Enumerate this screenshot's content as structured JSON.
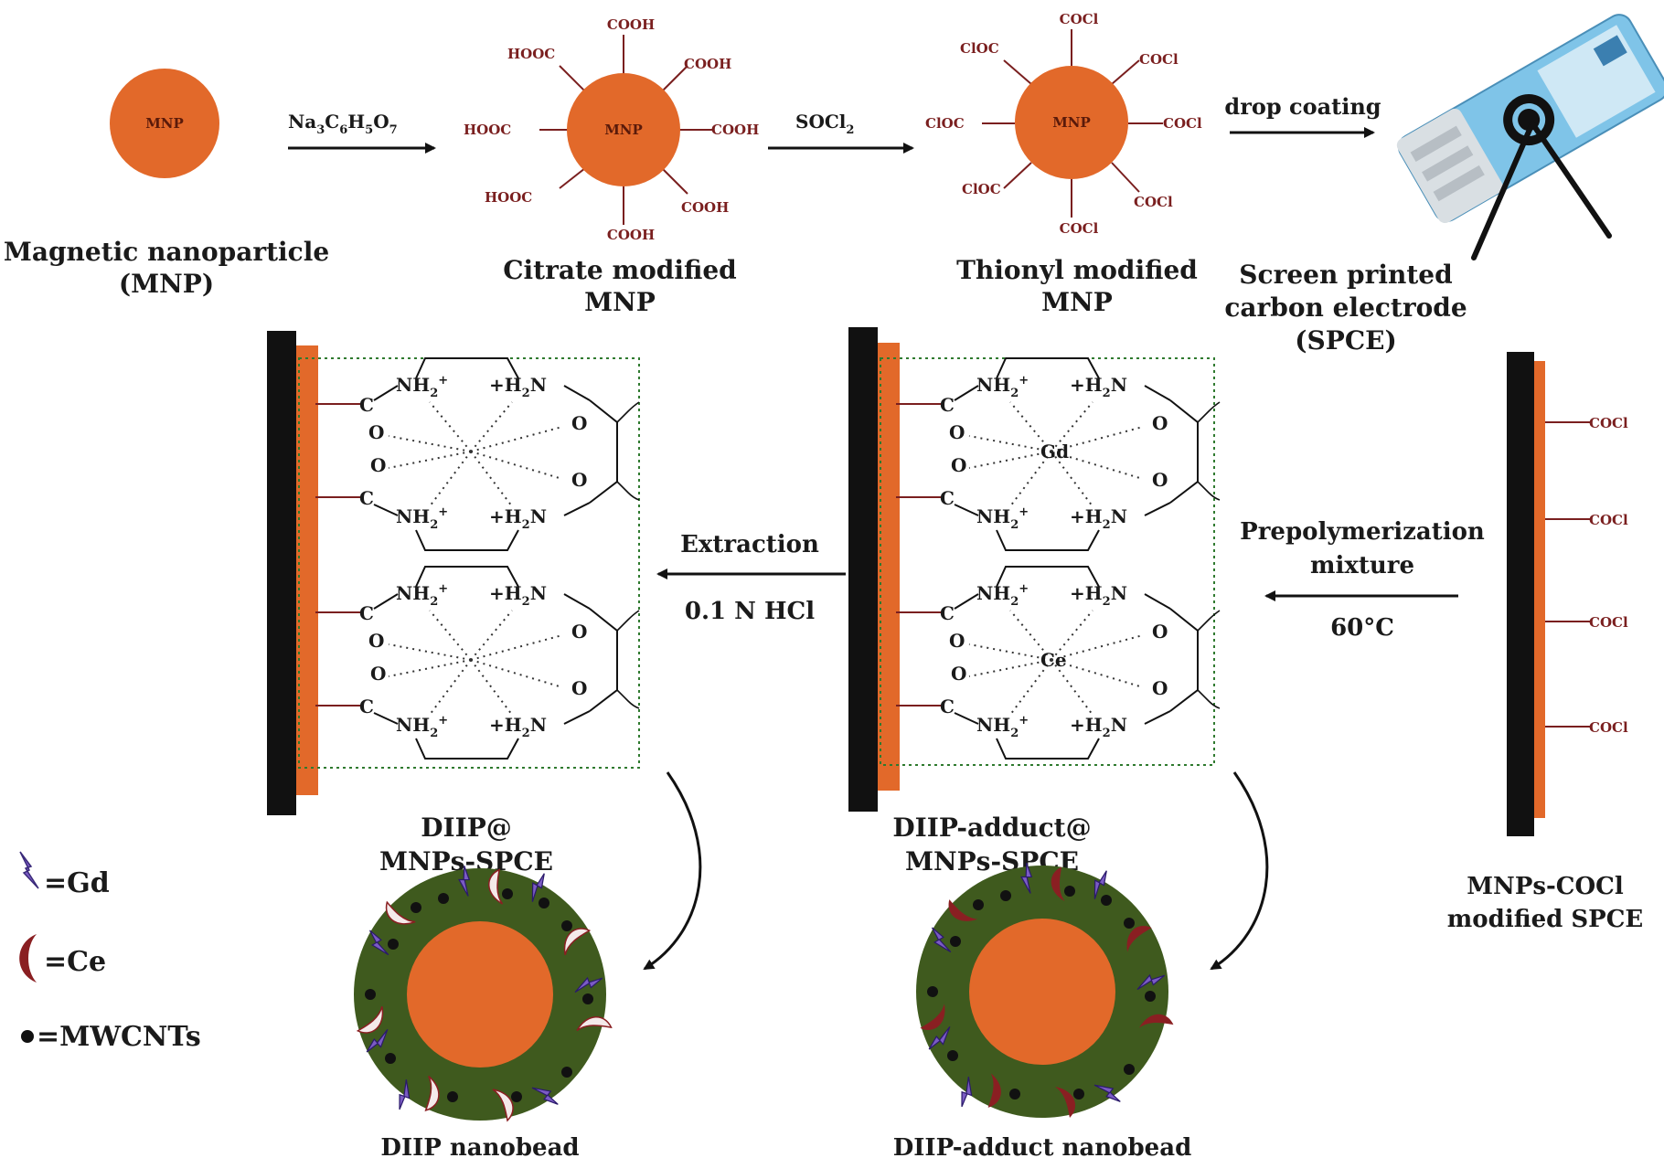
{
  "step1": {
    "core": "MNP",
    "label_line1": "Magnetic nanoparticle",
    "label_line2": "(MNP)"
  },
  "arrow1": {
    "reagent": "Na",
    "sub1": "3",
    "c": "C",
    "sub2": "6",
    "h": "H",
    "sub3": "5",
    "o": "O",
    "sub4": "7"
  },
  "step2": {
    "core": "MNP",
    "group": "COOH",
    "group_left": "HOOC",
    "label_line1": "Citrate modified",
    "label_line2": "MNP"
  },
  "arrow2": {
    "reagent": "SOCl",
    "sub": "2"
  },
  "step3": {
    "core": "MNP",
    "group": "COCl",
    "group_left": "ClOC",
    "label_line1": "Thionyl modified",
    "label_line2": "MNP"
  },
  "arrow3": {
    "label": "drop coating"
  },
  "step4": {
    "label_line1": "Screen printed",
    "label_line2": "carbon electrode",
    "label_line3": "(SPCE)"
  },
  "coci_electrode": {
    "group": "COCl",
    "label_line1": "MNPs-COCl",
    "label_line2": "modified SPCE"
  },
  "arrow_prepoly": {
    "line1": "Prepolymerization",
    "line2": "mixture",
    "line3": "60°C"
  },
  "adduct": {
    "label_line1": "DIIP-adduct@",
    "label_line2": "MNPs-SPCE",
    "nanobead": "DIIP-adduct nanobead",
    "ion_top": "Gd",
    "ion_bottom": "Ce"
  },
  "arrow_extract": {
    "line1": "Extraction",
    "line2": "0.1 N HCl"
  },
  "diip": {
    "label_line1": "DIIP@",
    "label_line2": "MNPs-SPCE",
    "nanobead": "DIIP nanobead"
  },
  "chem_text": {
    "nh2": "NH",
    "h2n": "+H",
    "n": "N",
    "c": "C",
    "o": "O",
    "plus": "+",
    "two": "2"
  },
  "legend": {
    "gd": "=Gd",
    "ce": "=Ce",
    "mwcnt": "=MWCNTs"
  },
  "colors": {
    "core": "#e2692a",
    "group": "#7a1f1f",
    "shell": "#3f5a1e",
    "electrode": "#111111",
    "film": "#e2692a",
    "gd_marker": "#7b5bc4",
    "ce_marker": "#8a1f22"
  }
}
